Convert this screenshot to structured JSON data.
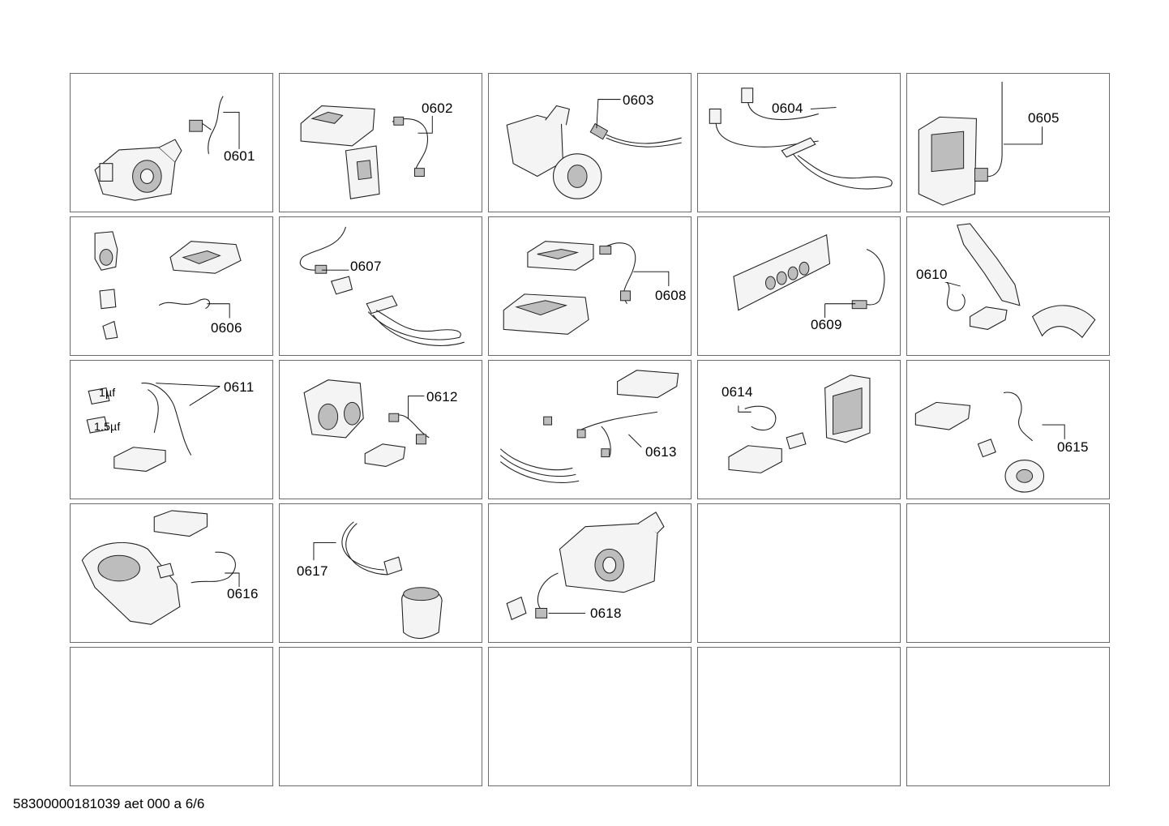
{
  "cells": [
    {
      "label": "0601"
    },
    {
      "label": "0602"
    },
    {
      "label": "0603"
    },
    {
      "label": "0604"
    },
    {
      "label": "0605"
    },
    {
      "label": "0606"
    },
    {
      "label": "0607"
    },
    {
      "label": "0608"
    },
    {
      "label": "0609"
    },
    {
      "label": "0610"
    },
    {
      "label": "0611"
    },
    {
      "label": "0612"
    },
    {
      "label": "0613"
    },
    {
      "label": "0614"
    },
    {
      "label": "0615"
    },
    {
      "label": "0616"
    },
    {
      "label": "0617"
    },
    {
      "label": "0618"
    },
    {
      "label": ""
    },
    {
      "label": ""
    },
    {
      "label": ""
    },
    {
      "label": ""
    },
    {
      "label": ""
    },
    {
      "label": ""
    },
    {
      "label": ""
    }
  ],
  "annotations": {
    "capacitor_1": "1µf",
    "capacitor_2": "1.5µf"
  },
  "footer": "58300000181039 aet 000 a 6/6"
}
